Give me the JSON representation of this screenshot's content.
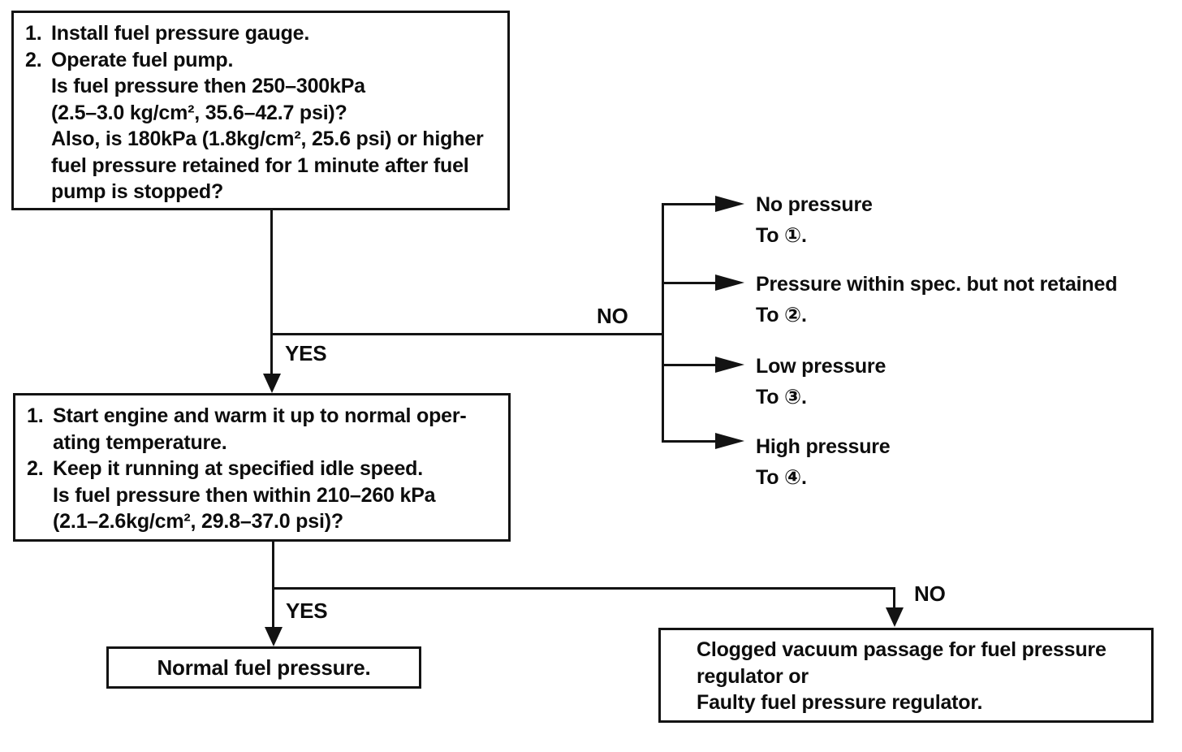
{
  "colors": {
    "ink": "#131313",
    "background": "#ffffff"
  },
  "step1": {
    "lines": [
      {
        "num": "1.",
        "text": "Install fuel pressure gauge."
      },
      {
        "num": "2.",
        "text": "Operate fuel pump."
      },
      {
        "num": "",
        "text": "Is fuel pressure then 250–300kPa"
      },
      {
        "num": "",
        "text": "(2.5–3.0 kg/cm², 35.6–42.7 psi)?"
      },
      {
        "num": "",
        "text": "Also, is 180kPa (1.8kg/cm², 25.6 psi) or higher"
      },
      {
        "num": "",
        "text": "fuel pressure retained for 1 minute after fuel"
      },
      {
        "num": "",
        "text": "pump is stopped?"
      }
    ]
  },
  "labels": {
    "yes1": "YES",
    "no1": "NO",
    "yes2": "YES",
    "no2": "NO"
  },
  "branches": [
    {
      "label": "No pressure",
      "target": "To ①."
    },
    {
      "label": "Pressure within spec. but not retained",
      "target": "To ②."
    },
    {
      "label": "Low pressure",
      "target": "To ③."
    },
    {
      "label": "High pressure",
      "target": "To ④."
    }
  ],
  "step2": {
    "lines": [
      {
        "num": "1.",
        "text": "Start engine and warm it up to normal oper-"
      },
      {
        "num": "",
        "text": "ating temperature."
      },
      {
        "num": "2.",
        "text": "Keep it running at specified idle speed."
      },
      {
        "num": "",
        "text": "Is fuel pressure then within 210–260 kPa"
      },
      {
        "num": "",
        "text": "(2.1–2.6kg/cm², 29.8–37.0 psi)?"
      }
    ]
  },
  "result_normal": {
    "text": "Normal fuel pressure."
  },
  "result_fault": {
    "items": [
      "Clogged vacuum passage for fuel pressure regulator or",
      "Faulty fuel pressure regulator."
    ]
  }
}
